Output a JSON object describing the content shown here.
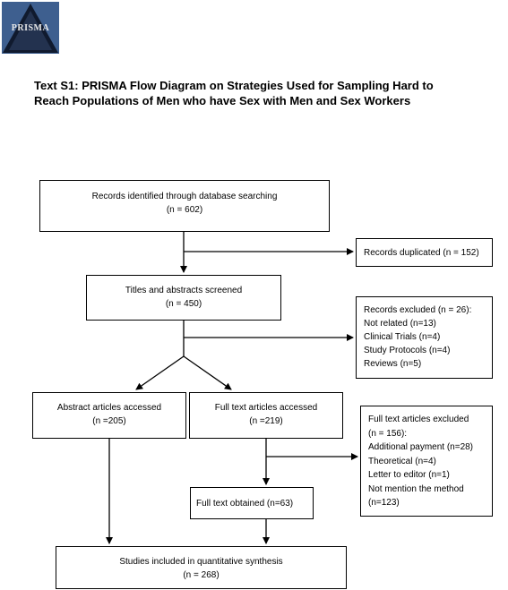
{
  "logo": {
    "text": "PRISMA"
  },
  "title": {
    "line1": "Text S1: PRISMA Flow Diagram on Strategies Used for Sampling Hard to",
    "line2": "Reach Populations of Men who have Sex with Men and Sex Workers"
  },
  "boxes": {
    "identified": {
      "line1": "Records identified through database searching",
      "line2": "(n = 602)"
    },
    "duplicated": {
      "line1": "Records duplicated (n = 152)"
    },
    "screened": {
      "line1": "Titles and abstracts screened",
      "line2": "(n = 450)"
    },
    "excluded_records": {
      "line1": "Records excluded (n = 26):",
      "line2": "Not related (n=13)",
      "line3": "Clinical Trials (n=4)",
      "line4": "Study Protocols (n=4)",
      "line5": "Reviews (n=5)"
    },
    "abstract": {
      "line1": "Abstract articles accessed",
      "line2": "(n =205)"
    },
    "fulltext": {
      "line1": "Full text articles accessed",
      "line2": "(n =219)"
    },
    "excluded_full": {
      "line1": "Full text articles excluded",
      "line2": "(n = 156):",
      "line3": "Additional payment (n=28)",
      "line4": "Theoretical (n=4)",
      "line5": "Letter to editor (n=1)",
      "line6": "Not mention the method",
      "line7": "(n=123)"
    },
    "obtained": {
      "line1": "Full text obtained (n=63)"
    },
    "included": {
      "line1": "Studies included in quantitative synthesis",
      "line2": "(n = 268)"
    }
  }
}
